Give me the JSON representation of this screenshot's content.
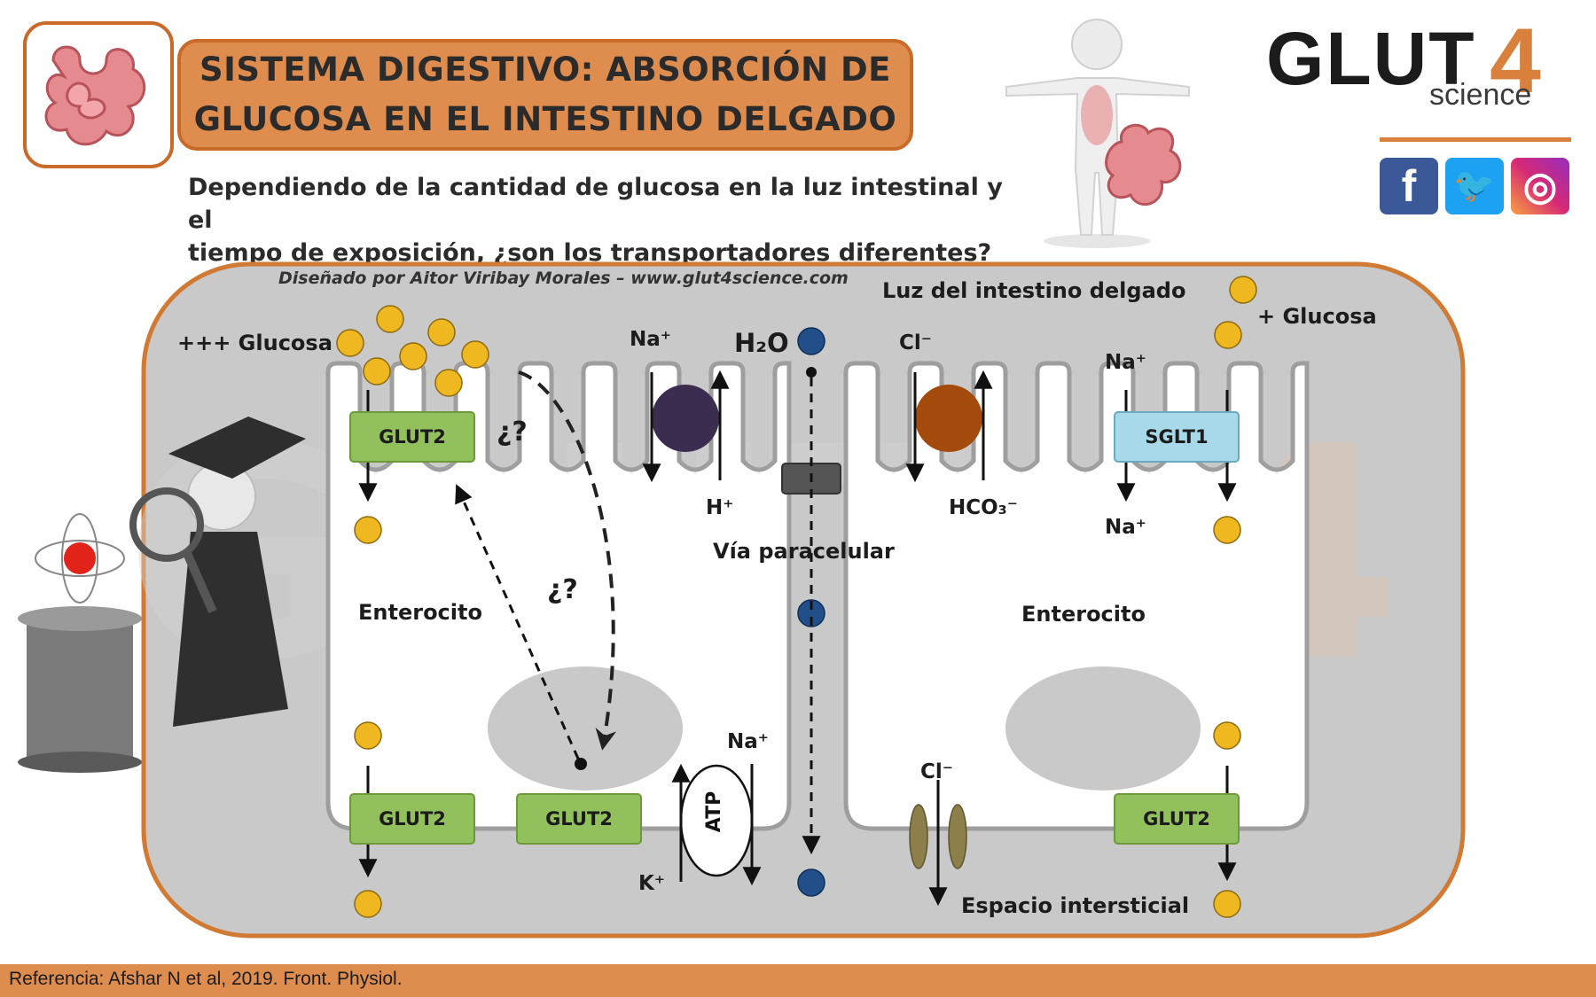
{
  "title": {
    "line1": "SISTEMA DIGESTIVO: ABSORCIÓN DE",
    "line2": "GLUCOSA EN EL INTESTINO DELGADO"
  },
  "subtitle": {
    "line1": "Dependiendo de la cantidad de glucosa en la luz intestinal y el",
    "line2": "tiempo de exposición, ¿son los transportadores diferentes?"
  },
  "credit": "Diseñado por Aitor Viribay Morales – www.glut4science.com",
  "logo": {
    "glut": "GLUT",
    "four": "4",
    "science": "science"
  },
  "social": [
    {
      "icon": "facebook-icon",
      "glyph": "f",
      "color": "#3b5998"
    },
    {
      "icon": "twitter-icon",
      "glyph": "🐦",
      "color": "#1da1f2"
    },
    {
      "icon": "instagram-icon",
      "glyph": "◎",
      "color": "#c13584"
    }
  ],
  "diagram": {
    "lumen_label": "Luz del intestino delgado",
    "high_glucose_label": "+++ Glucosa",
    "low_glucose_label": "+ Glucosa",
    "paracellular_label": "Vía paracelular",
    "interstitial_label": "Espacio intersticial",
    "enterocyte_left": "Enterocito",
    "enterocyte_right": "Enterocito",
    "question_1": "¿?",
    "question_2": "¿?",
    "transporters": {
      "glut2_apical": "GLUT2",
      "glut2_basal_1": "GLUT2",
      "glut2_basal_2": "GLUT2",
      "glut2_basal_right": "GLUT2",
      "sglt1": "SGLT1"
    },
    "ions": {
      "na_top_left": "Na⁺",
      "h_plus": "H⁺",
      "h2o": "H₂O",
      "cl_top": "Cl⁻",
      "hco3": "HCO₃⁻",
      "na_sglt_top": "Na⁺",
      "na_sglt_bottom": "Na⁺",
      "na_pump": "Na⁺",
      "k_pump": "K⁺",
      "cl_bottom": "Cl⁻"
    },
    "atp_label": "ATP",
    "colors": {
      "glucose": "#f0b820",
      "water": "#224f8a",
      "nhe_exchanger": "#3b2d4f",
      "cl_exchanger": "#a34a0d",
      "frame": "#d07a33",
      "background": "#c9c9c9"
    }
  },
  "footer": "Referencia: Afshar N et al, 2019. Front. Physiol."
}
